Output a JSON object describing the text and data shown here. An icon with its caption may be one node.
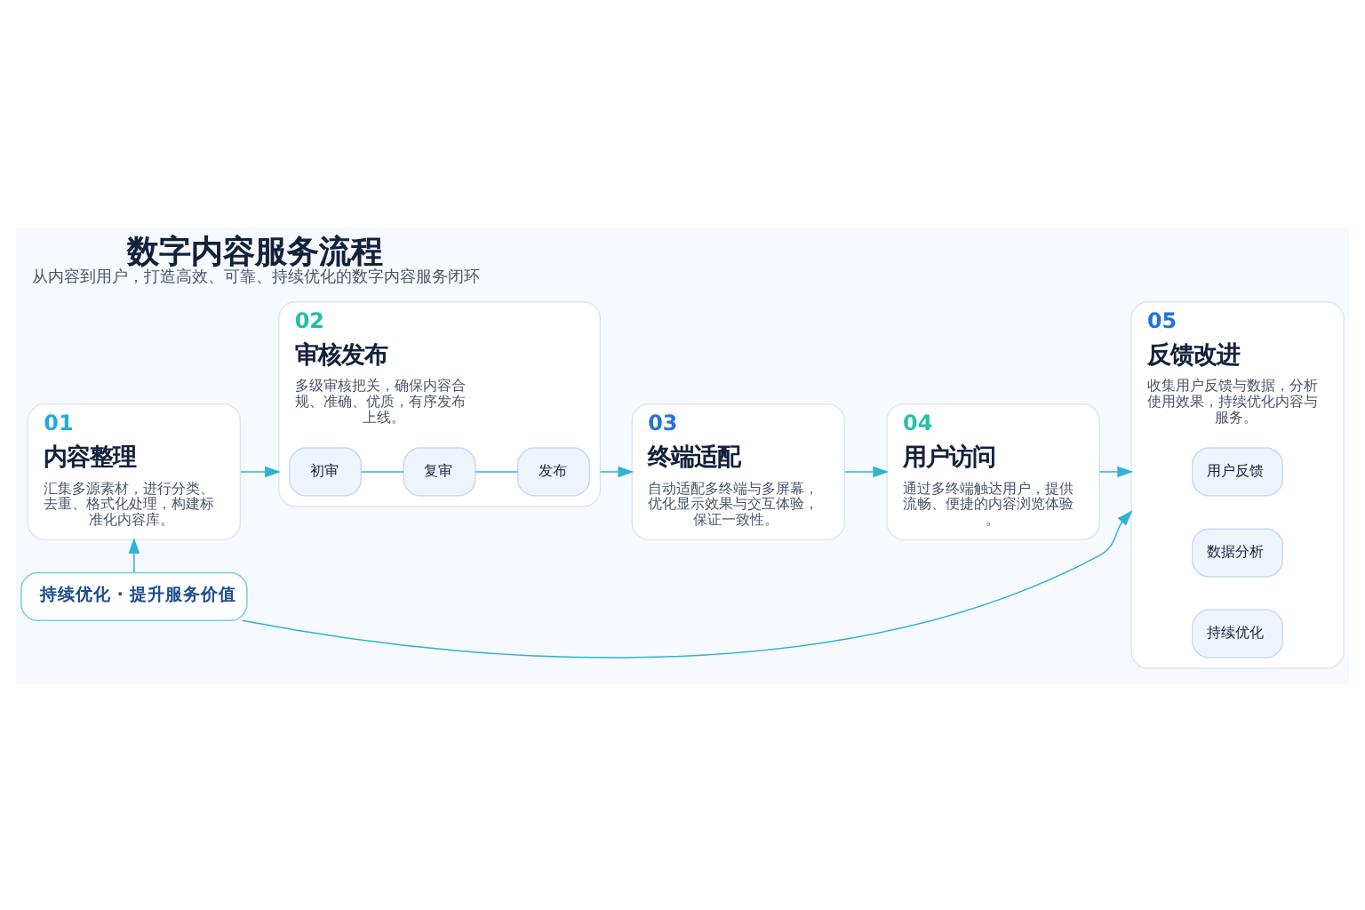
{
  "diagram": {
    "title": "数字内容服务流程",
    "caption": "从内容到用户，打造高效、可靠、持续优化的数字内容服务闭环",
    "nodes": [
      {
        "text": [
          "01",
          "内容整理",
          "汇集多源素材，进行分类、去重、格式化处理，构建标准化内容库。"
        ]
      },
      {
        "text": [
          "02",
          "审核发布",
          "多级审核把关，确保内容合规、准确、优质，有序发布上线。"
        ]
      },
      {
        "text": [
          "初审"
        ],
        "in": 1
      },
      {
        "text": [
          "复审"
        ],
        "in": 1
      },
      {
        "text": [
          "发布"
        ],
        "in": 1
      },
      {
        "text": [
          "03",
          "终端适配",
          "自动适配多终端与多屏幕，优化显示效果与交互体验，保证一致性。"
        ]
      },
      {
        "text": [
          "04",
          "用户访问",
          "通过多终端触达用户，提供流畅、便捷的内容浏览体验。"
        ]
      },
      {
        "text": [
          "05",
          "反馈改进",
          "收集用户反馈与数据，分析使用效果，持续优化内容与服务。"
        ]
      },
      {
        "text": [
          "用户反馈"
        ],
        "in": 7
      },
      {
        "text": [
          "数据分析"
        ],
        "in": 7
      },
      {
        "text": [
          "持续优化"
        ],
        "in": 7
      },
      {
        "text": [
          "持续优化 · 提升服务价值"
        ]
      }
    ],
    "edges": [
      {
        "from": 0,
        "to": 1,
        "arrow": "to"
      },
      {
        "from": 1,
        "to": 5,
        "arrow": "to"
      },
      {
        "from": 5,
        "to": 6,
        "arrow": "to"
      },
      {
        "from": 6,
        "to": 7,
        "arrow": "to"
      },
      {
        "from": 2,
        "to": 3,
        "arrow": "none"
      },
      {
        "from": 3,
        "to": 4,
        "arrow": "none"
      },
      {
        "from": 11,
        "to": 0,
        "arrow": "to"
      },
      {
        "from": 11,
        "to": 7,
        "arrow": "to"
      }
    ]
  }
}
